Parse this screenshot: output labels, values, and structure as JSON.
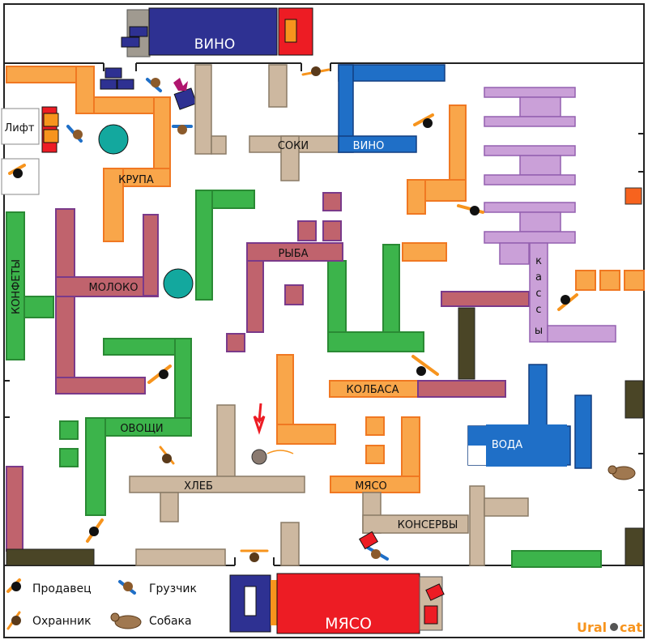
{
  "labels": {
    "wine_truck": "ВИНО",
    "meat_truck": "МЯСО",
    "lift": "Лифт",
    "krupa": "КРУПА",
    "soki": "СОКИ",
    "vino": "ВИНО",
    "konfety": "КОНФЕТЫ",
    "moloko": "МОЛОКО",
    "ryba": "РЫБА",
    "kassy": [
      "к",
      "а",
      "с",
      "с",
      "ы"
    ],
    "ovoschi": "ОВОЩИ",
    "kolbasa": "КОЛБАСА",
    "voda": "ВОДА",
    "hleb": "ХЛЕБ",
    "myaso": "МЯСО",
    "konservy": "КОНСЕРВЫ"
  },
  "legend": {
    "seller": "Продавец",
    "loader": "Грузчик",
    "guard": "Охранник",
    "dog": "Собака"
  },
  "brand": {
    "part1": "Ural",
    "part2": "cat"
  },
  "colors": {
    "orange": "#f9a64a",
    "orange_stroke": "#f07822",
    "green": "#3cb44b",
    "green_stroke": "#2a8a34",
    "rose": "#c0636d",
    "rose_stroke": "#7a3a8a",
    "tan": "#cdb8a0",
    "tan_stroke": "#8a7a66",
    "blue": "#1f6fc7",
    "lavender": "#caa0d8",
    "lavender_stroke": "#9460b0",
    "olive": "#4a4526",
    "teal": "#13a89e",
    "truck_blue": "#2e3192",
    "truck_red": "#ed1c24"
  }
}
